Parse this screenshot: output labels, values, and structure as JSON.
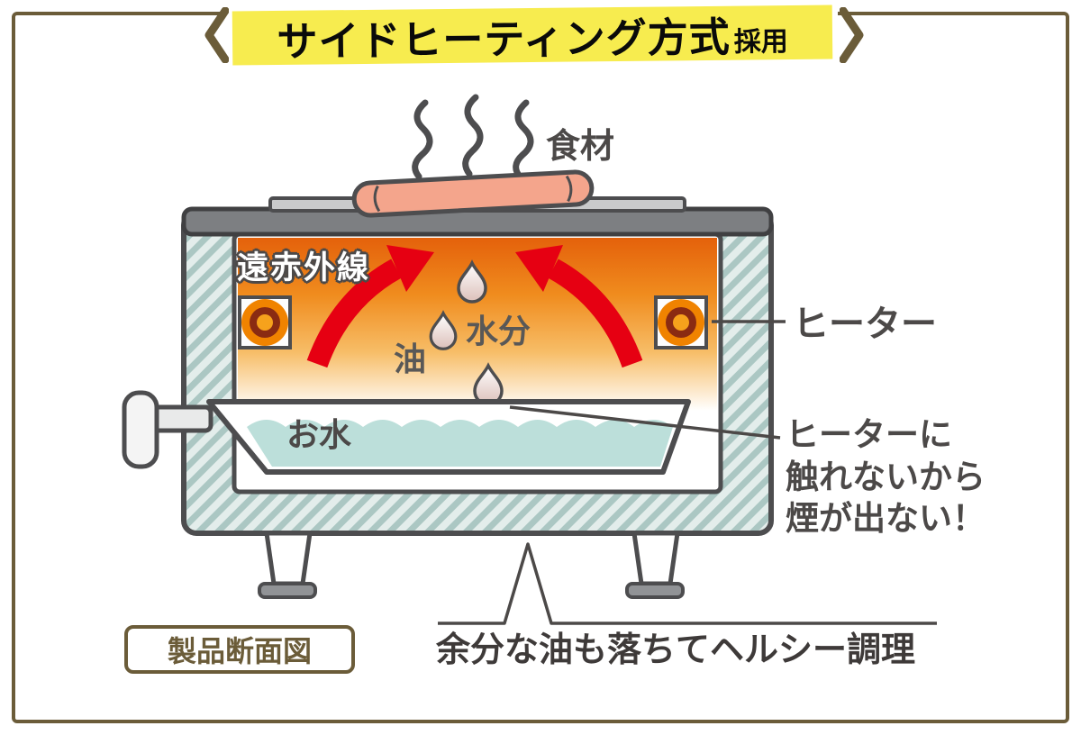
{
  "title": {
    "main": "サイドヒーティング方式",
    "suffix": "採用"
  },
  "diagram": {
    "food_label": "食材",
    "far_infrared_label": "遠赤外線",
    "moisture_label": "水分",
    "oil_label": "油",
    "water_label": "お水",
    "heater_label": "ヒーター",
    "no_smoke_note": "ヒーターに\n触れないから\n煙が出ない！",
    "bottom_note": "余分な油も落ちてヘルシー調理",
    "badge_label": "製品断面図"
  },
  "colors": {
    "frame_brown": "#6b5c39",
    "highlight_yellow": "#f7ec4f",
    "arrow_red": "#e60012",
    "heater_orange": "#f08300",
    "heater_core_red": "#8a2b12",
    "water_teal": "#bcdfda",
    "outline_grey": "#4d4d4f",
    "text_grey": "#4c4948",
    "chamber_orange_top": "#e4610b",
    "sausage_pink": "#f4a58c"
  }
}
